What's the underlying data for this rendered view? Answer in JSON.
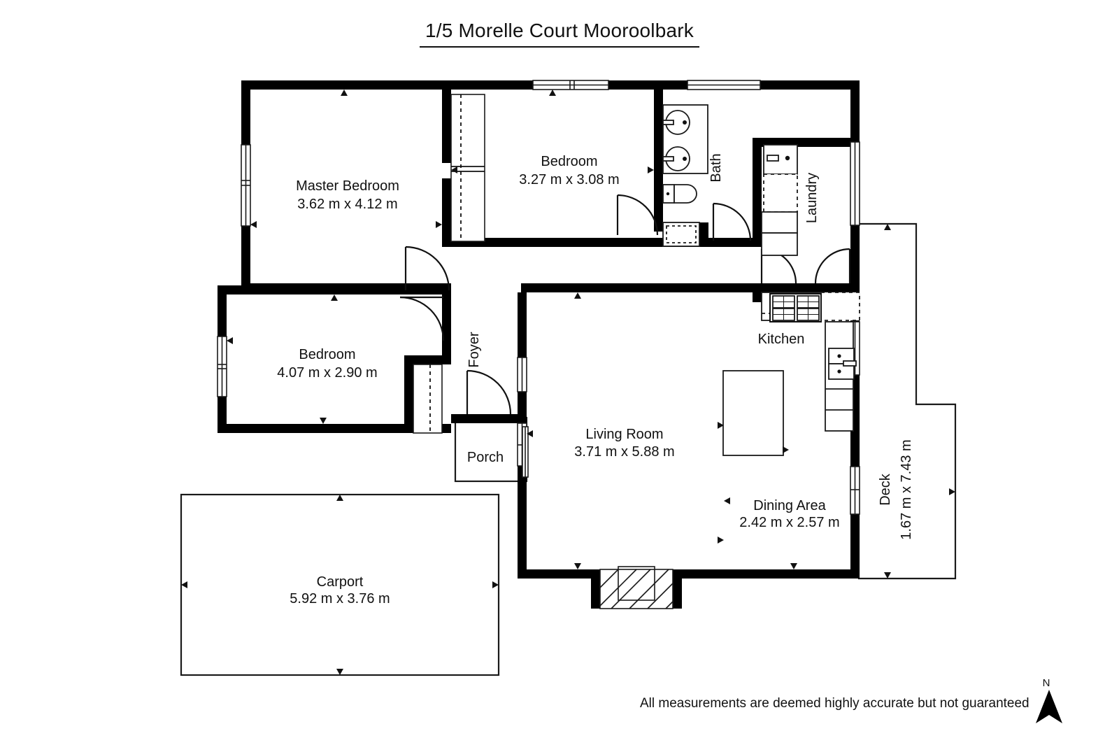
{
  "title": "1/5 Morelle Court Mooroolbark",
  "disclaimer": "All measurements are deemed highly accurate but not guaranteed",
  "compass": {
    "label": "N",
    "icon": "north-arrow-icon"
  },
  "colors": {
    "wall": "#000000",
    "background": "#ffffff",
    "text": "#111111",
    "thin_line": "#1a1a1a"
  },
  "rooms": [
    {
      "id": "master-bedroom",
      "name": "Master Bedroom",
      "dimensions": "3.62 m x 4.12 m",
      "orientation": "horizontal"
    },
    {
      "id": "bedroom-2",
      "name": "Bedroom",
      "dimensions": "3.27 m x 3.08 m",
      "orientation": "horizontal"
    },
    {
      "id": "bedroom-3",
      "name": "Bedroom",
      "dimensions": "4.07 m x 2.90 m",
      "orientation": "horizontal"
    },
    {
      "id": "bath",
      "name": "Bath",
      "dimensions": "",
      "orientation": "vertical"
    },
    {
      "id": "laundry",
      "name": "Laundry",
      "dimensions": "",
      "orientation": "vertical"
    },
    {
      "id": "foyer",
      "name": "Foyer",
      "dimensions": "",
      "orientation": "vertical"
    },
    {
      "id": "porch",
      "name": "Porch",
      "dimensions": "",
      "orientation": "horizontal"
    },
    {
      "id": "kitchen",
      "name": "Kitchen",
      "dimensions": "",
      "orientation": "horizontal"
    },
    {
      "id": "living-room",
      "name": "Living Room",
      "dimensions": "3.71 m x 5.88 m",
      "orientation": "horizontal"
    },
    {
      "id": "dining-area",
      "name": "Dining Area",
      "dimensions": "2.42 m x 2.57 m",
      "orientation": "horizontal"
    },
    {
      "id": "deck",
      "name": "Deck",
      "dimensions": "1.67 m x 7.43 m",
      "orientation": "vertical"
    },
    {
      "id": "carport",
      "name": "Carport",
      "dimensions": "5.92 m x 3.76 m",
      "orientation": "horizontal"
    }
  ],
  "fixtures": [
    "vanity-basin-icon",
    "vanity-basin-icon",
    "toilet-icon",
    "bathtub-icon",
    "laundry-trough-icon",
    "laundry-cabinet-icon",
    "cooktop-icon",
    "kitchen-sink-icon",
    "kitchen-island-icon",
    "entry-step-icon"
  ]
}
